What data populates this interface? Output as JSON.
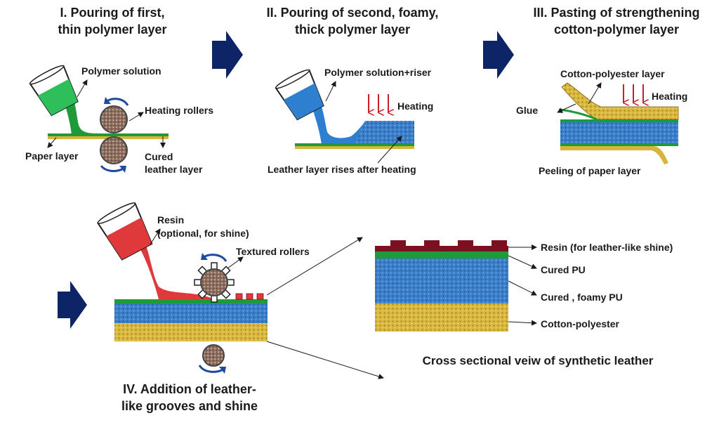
{
  "steps": [
    {
      "line1": "I. Pouring of first,",
      "line2": "thin polymer layer"
    },
    {
      "line1": "II. Pouring of second, foamy,",
      "line2": "thick polymer layer"
    },
    {
      "line1": "III. Pasting of strengthening",
      "line2": "cotton-polymer layer"
    },
    {
      "line1": "IV. Addition of leather-",
      "line2": "like grooves and shine"
    }
  ],
  "step1": {
    "polymer_solution": "Polymer solution",
    "heating_rollers": "Heating rollers",
    "paper_layer": "Paper layer",
    "cured_line1": "Cured",
    "cured_line2": "leather layer"
  },
  "step2": {
    "polymer_riser": "Polymer solution+riser",
    "heating": "Heating",
    "rises": "Leather layer rises after heating"
  },
  "step3": {
    "cotton_layer": "Cotton-polyester layer",
    "heating": "Heating",
    "glue": "Glue",
    "peeling": "Peeling of paper layer"
  },
  "step4": {
    "resin_line1": "Resin",
    "resin_line2": "(optional, for shine)",
    "textured_rollers": "Textured rollers"
  },
  "cross_section": {
    "resin": "Resin (for leather-like shine)",
    "cured_pu": "Cured PU",
    "foamy_pu": "Cured , foamy PU",
    "cotton": "Cotton-polyester",
    "caption": "Cross sectional veiw of synthetic leather"
  },
  "colors": {
    "arrow_navy": "#0d2466",
    "green": "#1f9a3a",
    "blue": "#2f7fd0",
    "red": "#e0393c",
    "yellow": "#d8b43a",
    "resin_dark": "#7a1020",
    "heat_red": "#c8202a",
    "roller_brown": "#8a6a5a"
  }
}
